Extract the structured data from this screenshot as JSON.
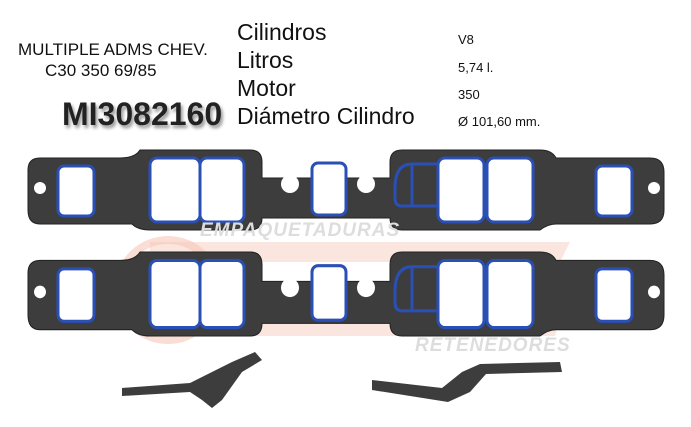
{
  "product": {
    "title_line1": "MULTIPLE ADMS CHEV.",
    "title_line2": "C30 350 69/85",
    "code": "MI3082160"
  },
  "specs": [
    {
      "label": "Cilindros",
      "value": "V8"
    },
    {
      "label": "Litros",
      "value": "5,74 l."
    },
    {
      "label": "Motor",
      "value": "350"
    },
    {
      "label": "Diámetro Cilindro",
      "value": "Ø 101,60 mm."
    }
  ],
  "watermark": {
    "top_text": "EMPAQUETADURAS",
    "bottom_text": "RETENEDORES",
    "accent_color": "#f6c7b8"
  },
  "colors": {
    "gasket": "#3a3a3a",
    "seal": "#2a4fb5"
  }
}
